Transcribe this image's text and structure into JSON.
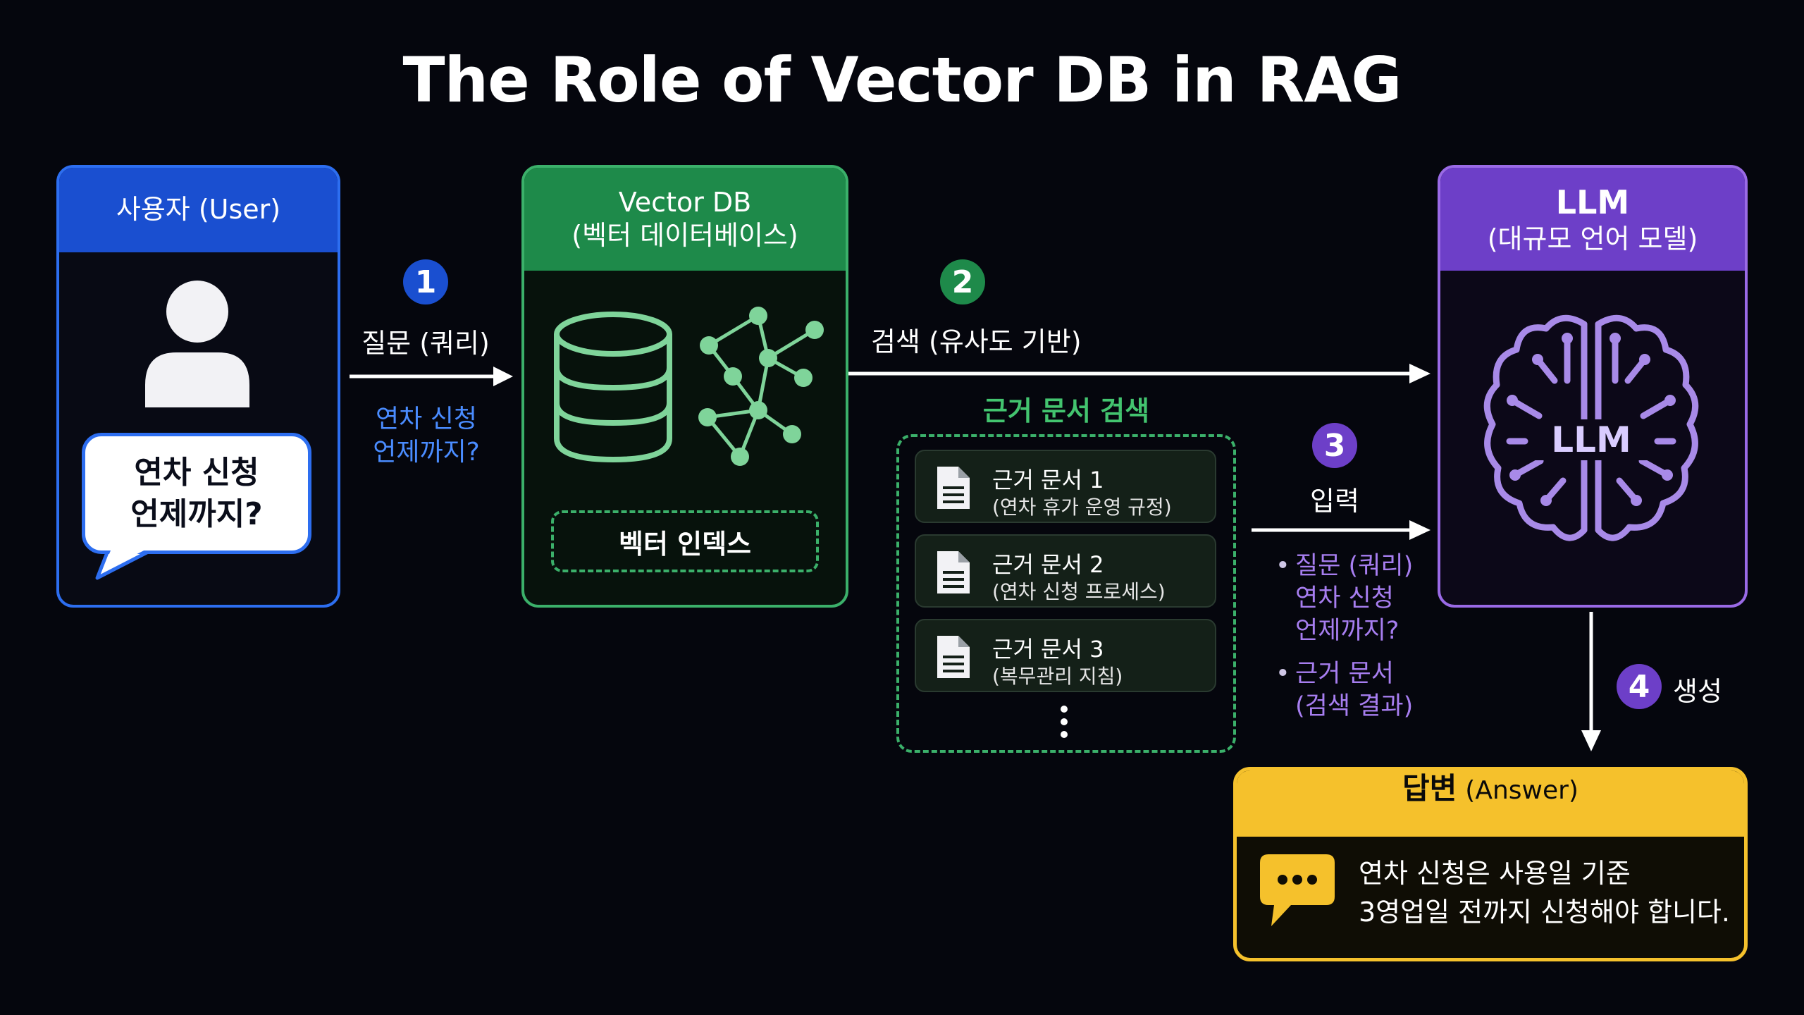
{
  "title": "The Role of  Vector DB in RAG",
  "user": {
    "header": "사용자 (User)",
    "bubble_line1": "연차 신청",
    "bubble_line2": "언제까지?"
  },
  "step1": {
    "number": "1",
    "label": "질문 (쿼리)",
    "query_line1": "연차 신청",
    "query_line2": "언제까지?"
  },
  "vector_db": {
    "header_line1": "Vector DB",
    "header_line2": "(벡터 데이터베이스)",
    "index_label": "벡터 인덱스"
  },
  "step2": {
    "number": "2",
    "label": "검색 (유사도 기반)",
    "group_label": "근거 문서 검색"
  },
  "documents": [
    {
      "title": "근거 문서 1",
      "subtitle": "(연차 휴가 운영 규정)"
    },
    {
      "title": "근거 문서 2",
      "subtitle": "(연차 신청 프로세스)"
    },
    {
      "title": "근거 문서 3",
      "subtitle": "(복무관리 지침)"
    }
  ],
  "step3": {
    "number": "3",
    "label": "입력",
    "item1_line1": "질문 (쿼리)",
    "item1_line2": "연차 신청",
    "item1_line3": "언제까지?",
    "item2_line1": "근거 문서",
    "item2_line2": "(검색 결과)"
  },
  "llm": {
    "header_title": "LLM",
    "header_sub": "(대규모 언어 모델)",
    "brain_label": "LLM"
  },
  "step4": {
    "number": "4",
    "label": "생성"
  },
  "answer": {
    "header_main": "답변",
    "header_sub": "(Answer)",
    "line1": "연차 신청은 사용일 기준",
    "line2": "3영업일 전까지 신청해야 합니다."
  },
  "colors": {
    "user": "#1a4fd0",
    "vector_db": "#1e8a4a",
    "llm": "#6d3fc8",
    "answer": "#f5c12c",
    "query_text": "#4a8cff",
    "group_label": "#43c46f",
    "input_text": "#a77ef0"
  },
  "icons": [
    "user-icon",
    "database-icon",
    "network-graph-icon",
    "document-icon",
    "brain-icon",
    "chat-bubble-icon",
    "arrow-right-icon",
    "arrow-down-icon"
  ]
}
